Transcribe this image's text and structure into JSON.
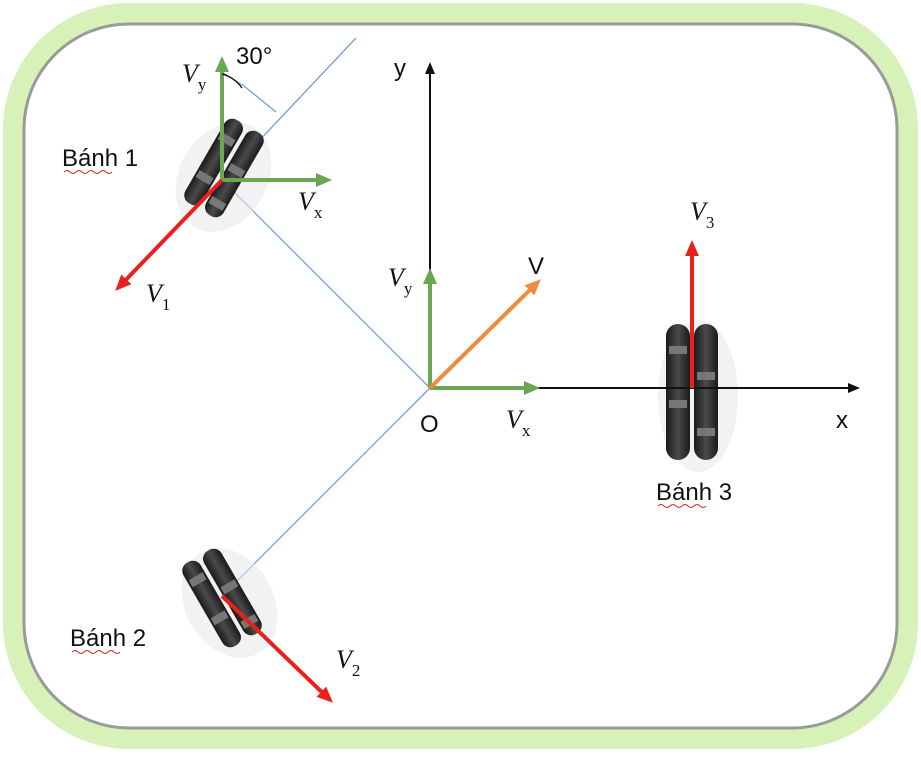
{
  "labels": {
    "wheel1": "Bánh 1",
    "wheel2": "Bánh 2",
    "wheel3": "Bánh 3",
    "origin": "O",
    "x_axis": "x",
    "y_axis": "y",
    "v": "V",
    "angle": "30°"
  },
  "vectors": {
    "v_letter": "V",
    "x_sub": "x",
    "y_sub": "y",
    "v1_sub": "1",
    "v2_sub": "2",
    "v3_sub": "3"
  },
  "colors": {
    "green": "#6aa84f",
    "red": "#e8211d",
    "orange": "#f08a3c",
    "blue": "#6fa0d8",
    "frame_glow": "#c6ec9f",
    "frame": "#9a9a9a"
  }
}
